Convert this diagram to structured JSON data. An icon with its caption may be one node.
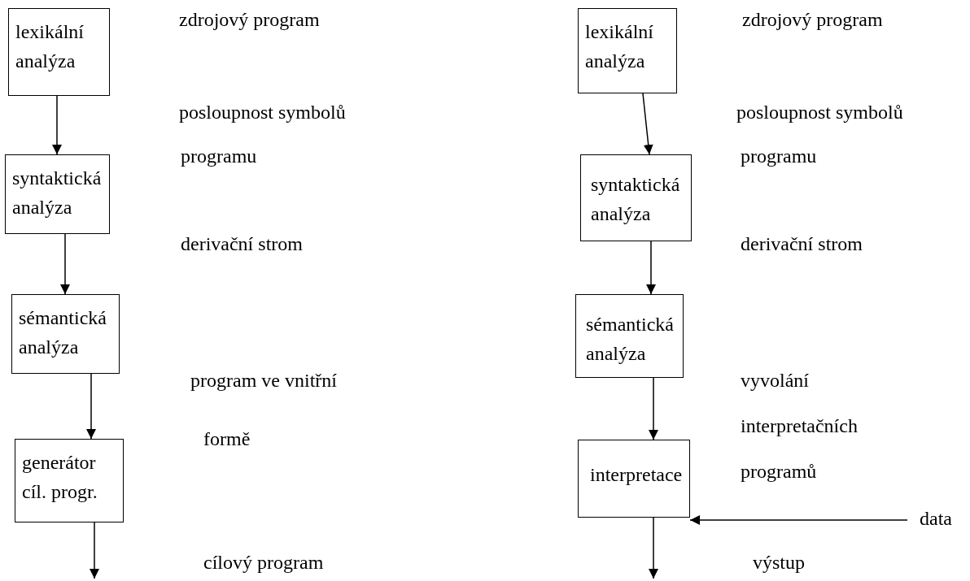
{
  "diagram": {
    "nodes": [
      {
        "text": [
          "lexikální analýza"
        ]
      },
      {
        "text": [
          "syntaktická analýza"
        ]
      },
      {
        "text": [
          "sémantická analýza"
        ]
      },
      {
        "text": [
          "generátor cíl. progr."
        ]
      },
      {
        "text": [
          "lexikální analýza"
        ]
      },
      {
        "text": [
          "syntaktická analýza"
        ]
      },
      {
        "text": [
          "sémantická analýza"
        ]
      },
      {
        "text": [
          "interpretace"
        ]
      },
      {
        "text": [
          "data"
        ]
      }
    ],
    "edges": [
      {
        "from": 0,
        "to": 1,
        "arrow": "to"
      },
      {
        "from": 1,
        "to": 2,
        "arrow": "to"
      },
      {
        "from": 2,
        "to": 3,
        "arrow": "to"
      },
      {
        "from": 3,
        "to": null,
        "arrow": "to"
      },
      {
        "from": 4,
        "to": 5,
        "arrow": "to"
      },
      {
        "from": 5,
        "to": 6,
        "arrow": "to"
      },
      {
        "from": 6,
        "to": 7,
        "arrow": "to"
      },
      {
        "from": 8,
        "to": 7,
        "arrow": "to"
      },
      {
        "from": 7,
        "to": null,
        "arrow": "to"
      }
    ],
    "labels": [
      "zdrojový program",
      "posloupnost symbolů",
      "programu",
      "derivační strom",
      "program ve vnitřní",
      "formě",
      "cílový program",
      "zdrojový program",
      "posloupnost symbolů",
      "programu",
      "derivační strom",
      "vyvolání",
      "interpretačních",
      "programů",
      "výstup"
    ]
  }
}
